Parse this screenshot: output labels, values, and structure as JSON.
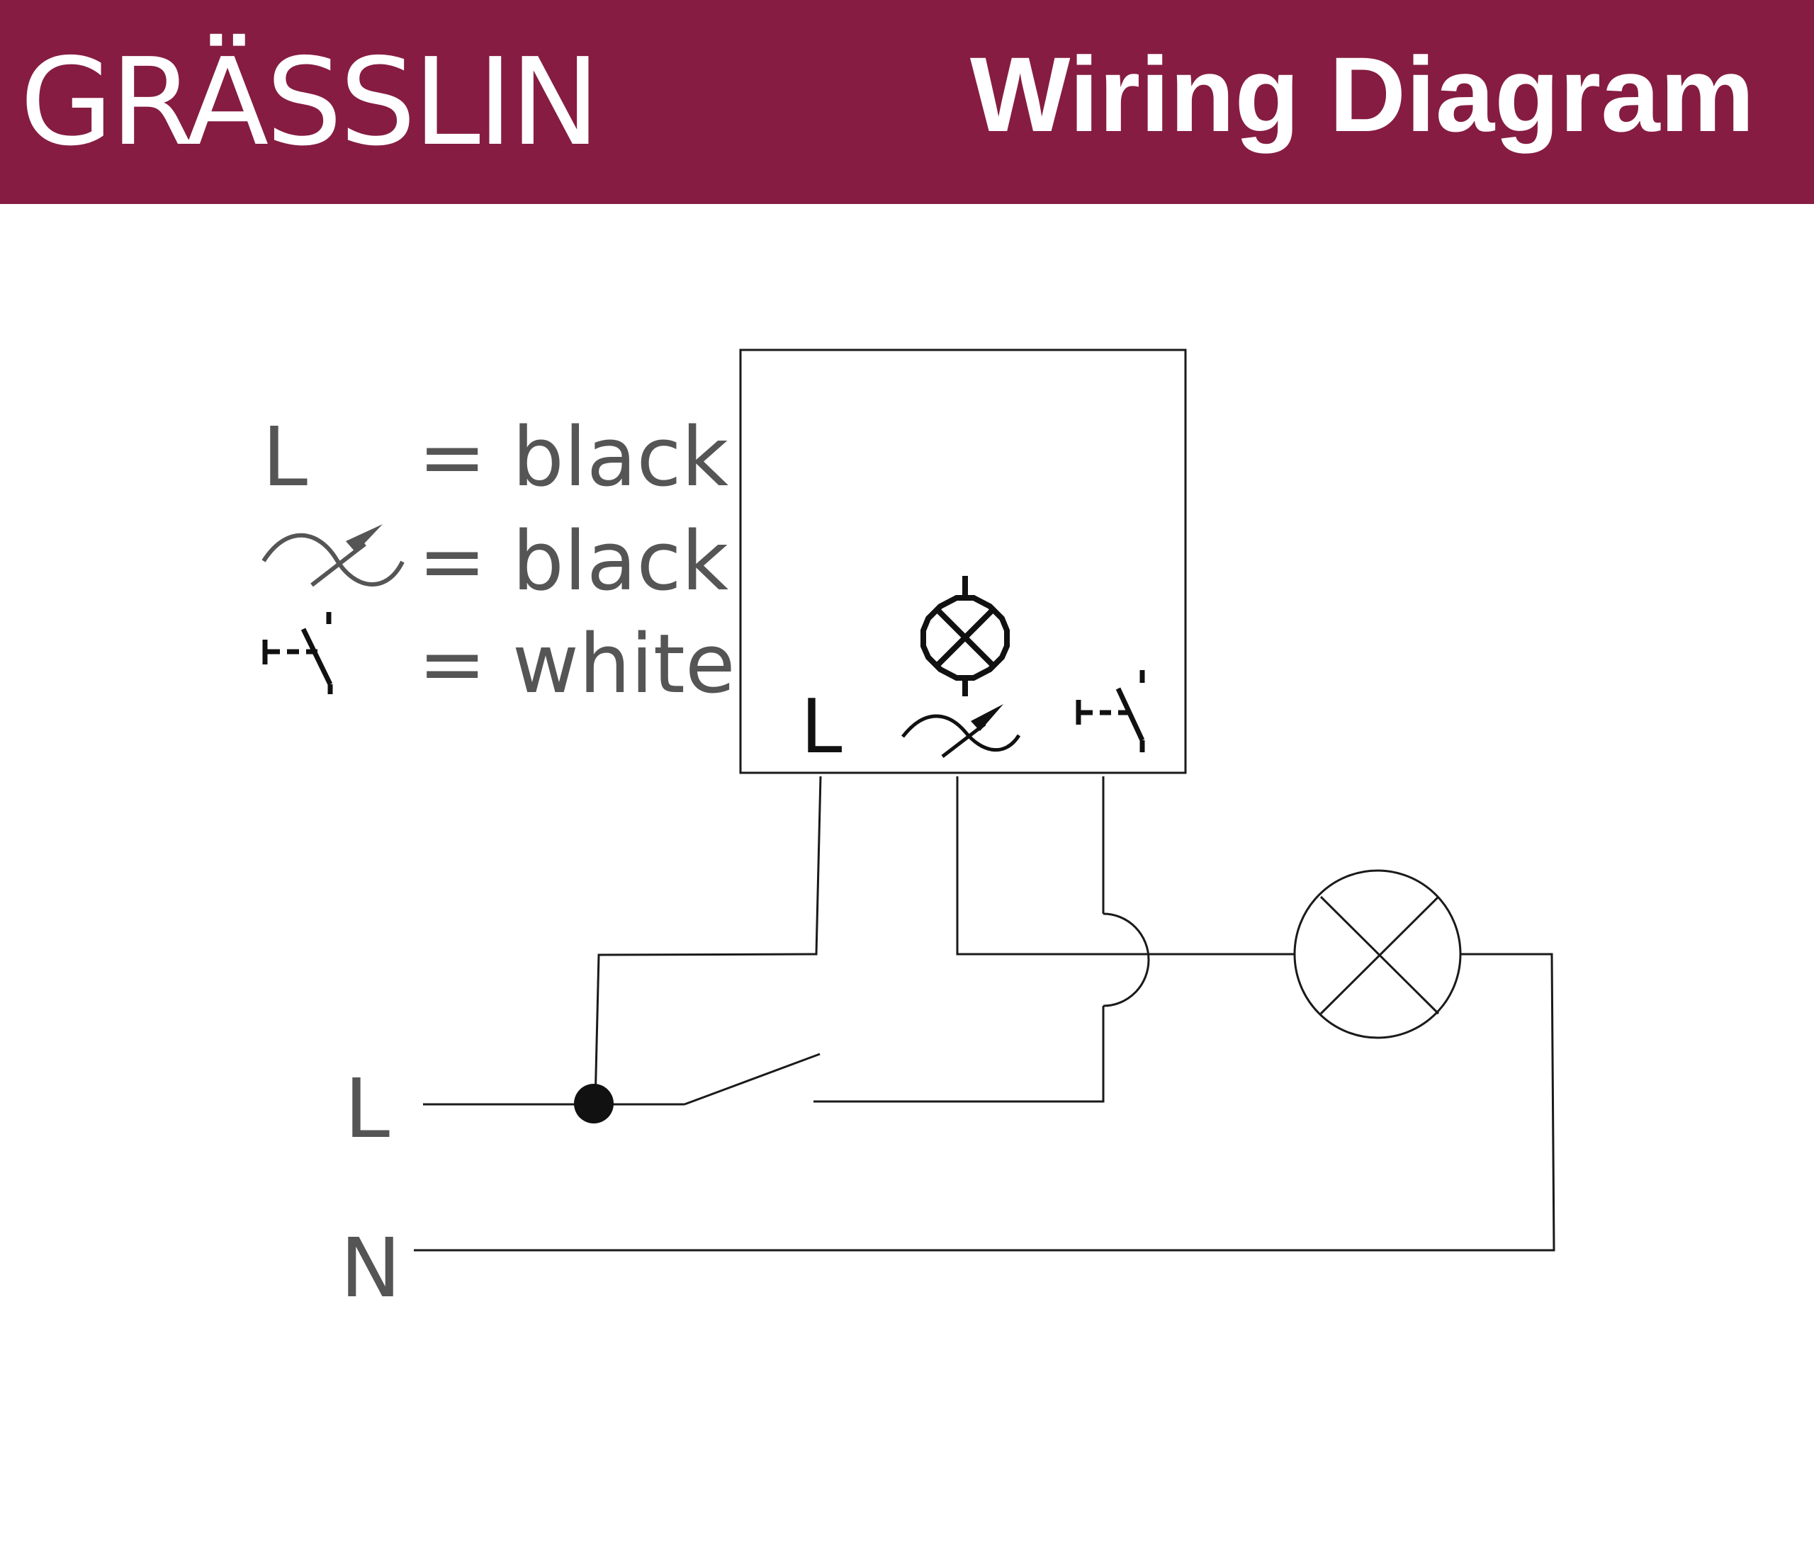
{
  "header": {
    "brand": "GRÄSSLIN",
    "title": "Wiring Diagram"
  },
  "legend": {
    "row1": {
      "symbol": "L",
      "eq": "= black"
    },
    "row2": {
      "symbol_icon": "dimmer-icon",
      "eq": "= black"
    },
    "row3": {
      "symbol_icon": "pushbutton-icon",
      "eq": "= white"
    }
  },
  "device": {
    "terminal_l": "L",
    "terminal_dimmer_icon": "dimmer-icon",
    "terminal_pushbutton_icon": "pushbutton-icon",
    "lamp_icon": "lamp-icon"
  },
  "mains": {
    "line": "L",
    "neutral": "N"
  },
  "colors": {
    "brand": "#861c41",
    "wire": "#1a1a1a",
    "label": "#555555"
  }
}
